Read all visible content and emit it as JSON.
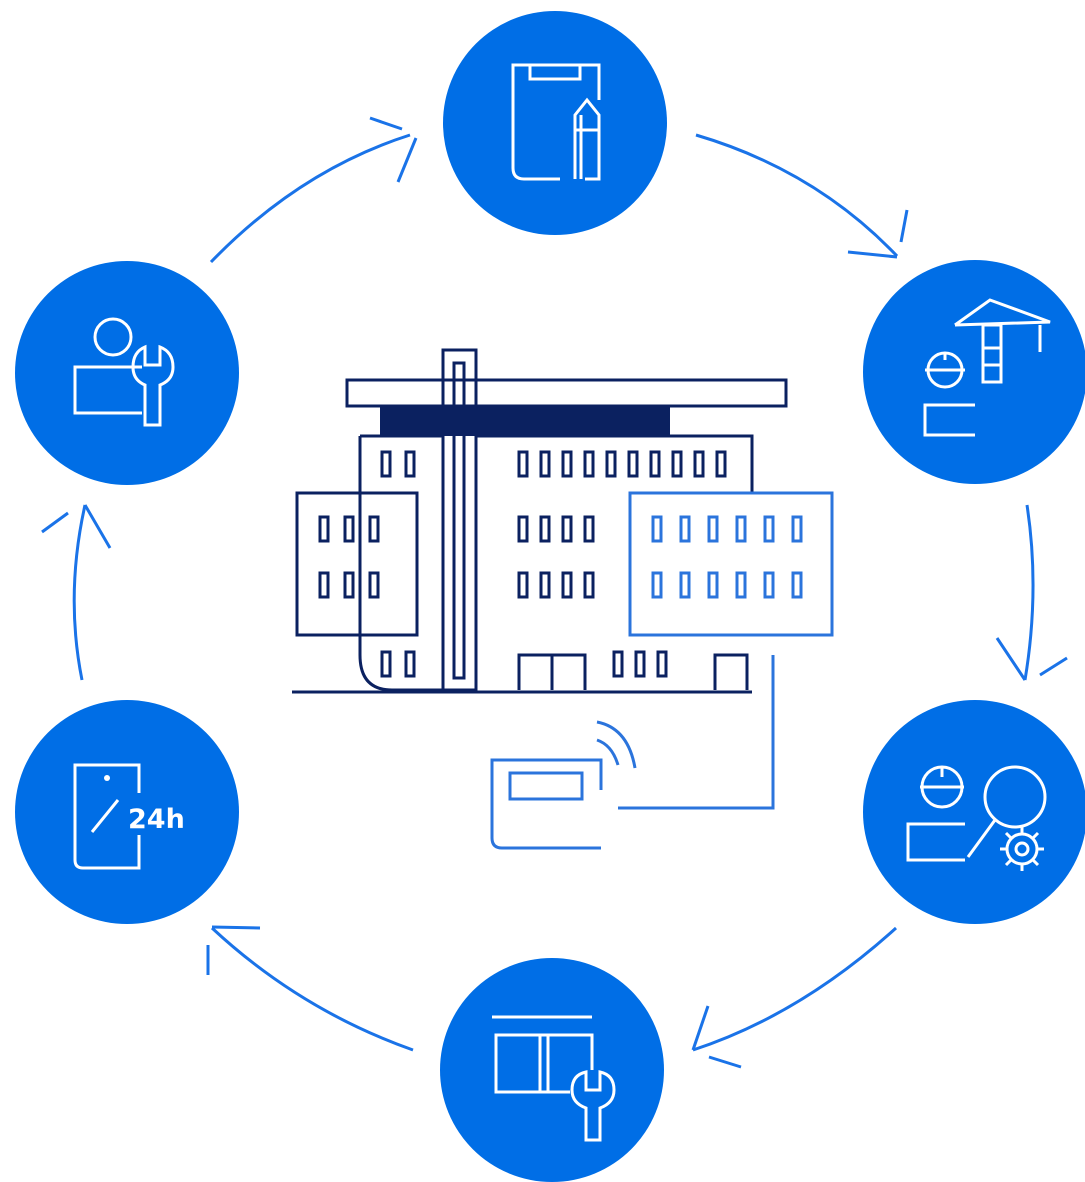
{
  "colors": {
    "node_fill": "#006ee6",
    "arrow": "#1a73e8",
    "building_outline": "#0b2160",
    "building_accent": "#2b74dc",
    "background": "#ffffff"
  },
  "nodes": [
    {
      "id": "planning",
      "icon": "clipboard-pen-icon"
    },
    {
      "id": "construction",
      "icon": "worker-crane-icon"
    },
    {
      "id": "configuration",
      "icon": "engineer-search-gear-icon"
    },
    {
      "id": "installation",
      "icon": "window-wrench-icon"
    },
    {
      "id": "support",
      "icon": "phone-24h-icon",
      "label": "24h"
    },
    {
      "id": "maintenance",
      "icon": "user-wrench-icon"
    }
  ],
  "center": {
    "icon": "building-with-control-panel-icon"
  }
}
